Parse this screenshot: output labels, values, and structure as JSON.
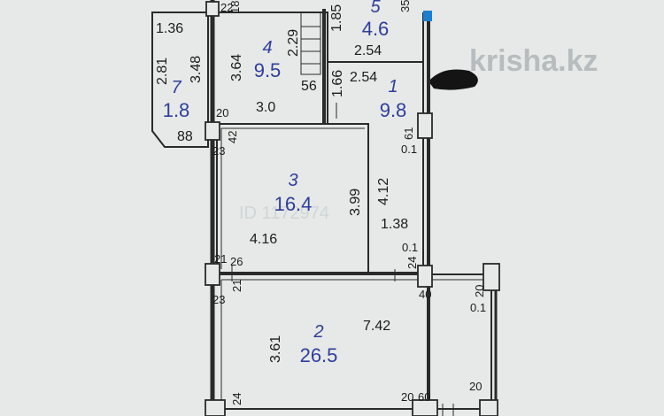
{
  "watermark": {
    "brand": "krisha.kz",
    "listing_id": "ID 1172974"
  },
  "rooms": [
    {
      "number": "1",
      "area": "9.8"
    },
    {
      "number": "2",
      "area": "26.5"
    },
    {
      "number": "3",
      "area": "16.4"
    },
    {
      "number": "4",
      "area": "9.5"
    },
    {
      "number": "5",
      "area": "4.6"
    },
    {
      "number": "7",
      "area": "1.8"
    }
  ],
  "dims": {
    "d_1_36": "1.36",
    "d_22": "22",
    "d_18": "18",
    "d_2_81": "2.81",
    "d_3_48": "3.48",
    "d_20a": "20",
    "d_88": "88",
    "d_3_64": "3.64",
    "d_2_29": "2.29",
    "d_56": "56",
    "d_3_0": "3.0",
    "d_1_85": "1.85",
    "d_2_54a": "2.54",
    "d_35": "35",
    "d_2_54b": "2.54",
    "d_1_66": "1.66",
    "d_61": "61",
    "d_0_1a": "0.1",
    "d_42": "42",
    "d_23a": "23",
    "d_3_99": "3.99",
    "d_4_12": "4.12",
    "d_4_16": "4.16",
    "d_1_38": "1.38",
    "d_0_1b": "0.1",
    "d_21a": "21",
    "d_26": "26",
    "d_24a": "24",
    "d_21b": "21",
    "d_23b": "23",
    "d_40": "40",
    "d_20b": "20",
    "d_0_1c": "0.1",
    "d_7_42": "7.42",
    "d_3_61": "3.61",
    "d_24b": "24",
    "d_20c": "20",
    "d_60": "60",
    "d_20d": "20"
  }
}
